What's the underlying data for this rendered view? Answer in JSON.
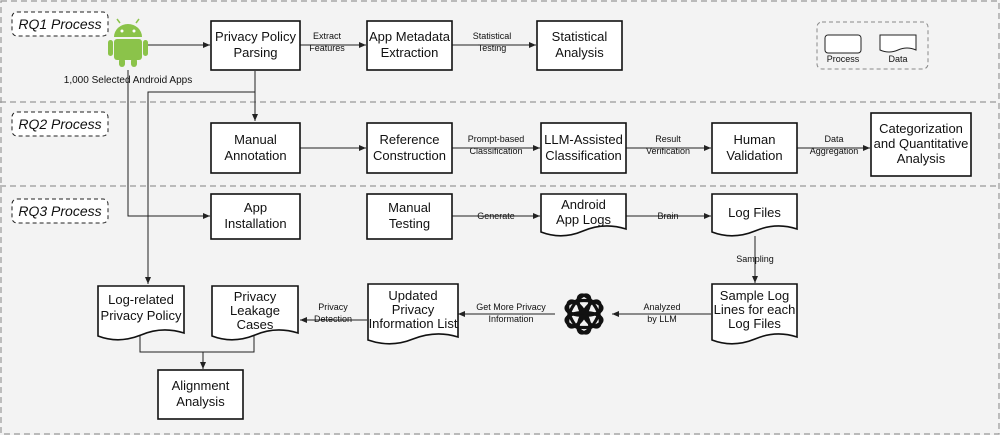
{
  "sections": [
    {
      "id": "rq1",
      "label": "RQ1 Process"
    },
    {
      "id": "rq2",
      "label": "RQ2 Process"
    },
    {
      "id": "rq3",
      "label": "RQ3 Process"
    }
  ],
  "legend": {
    "process": "Process",
    "data": "Data"
  },
  "android": {
    "icon": "android-robot-icon",
    "color": "#8bc34a",
    "caption": "1,000 Selected Android Apps"
  },
  "openai_icon": "openai-logo-icon",
  "nodes": {
    "privacy_parsing": [
      "Privacy Policy",
      "Parsing"
    ],
    "metadata_extraction": [
      "App Metadata",
      "Extraction"
    ],
    "statistical_analysis": [
      "Statistical",
      "Analysis"
    ],
    "manual_annotation": [
      "Manual",
      "Annotation"
    ],
    "reference_construction": [
      "Reference",
      "Construction"
    ],
    "llm_classification": [
      "LLM-Assisted",
      "Classification"
    ],
    "human_validation": [
      "Human",
      "Validation"
    ],
    "categorization": [
      "Categorization",
      "and Quantitative",
      "Analysis"
    ],
    "app_installation": [
      "App",
      "Installation"
    ],
    "manual_testing": [
      "Manual",
      "Testing"
    ],
    "android_logs": [
      "Android",
      "App Logs"
    ],
    "log_files": [
      "Log Files"
    ],
    "sample_lines": [
      "Sample Log",
      "Lines for each",
      "Log Files"
    ],
    "updated_list": [
      "Updated",
      "Privacy",
      "Information List"
    ],
    "leakage_cases": [
      "Privacy",
      "Leakage",
      "Cases"
    ],
    "log_policy": [
      "Log-related",
      "Privacy Policy"
    ],
    "alignment": [
      "Alignment",
      "Analysis"
    ]
  },
  "edge_labels": {
    "extract_features": [
      "Extract",
      "Features"
    ],
    "statistical_testing": [
      "Statistical",
      "Testing"
    ],
    "prompt_based": [
      "Prompt-based",
      "Classification"
    ],
    "result_verification": [
      "Result",
      "Verification"
    ],
    "data_aggregation": [
      "Data",
      "Aggregation"
    ],
    "generate": [
      "Generate"
    ],
    "brain": [
      "Brain"
    ],
    "sampling": [
      "Sampling"
    ],
    "analyzed_llm": [
      "Analyzed",
      "by LLM"
    ],
    "get_more": [
      "Get More Privacy",
      "Information"
    ],
    "privacy_detection": [
      "Privacy",
      "Detection"
    ]
  }
}
